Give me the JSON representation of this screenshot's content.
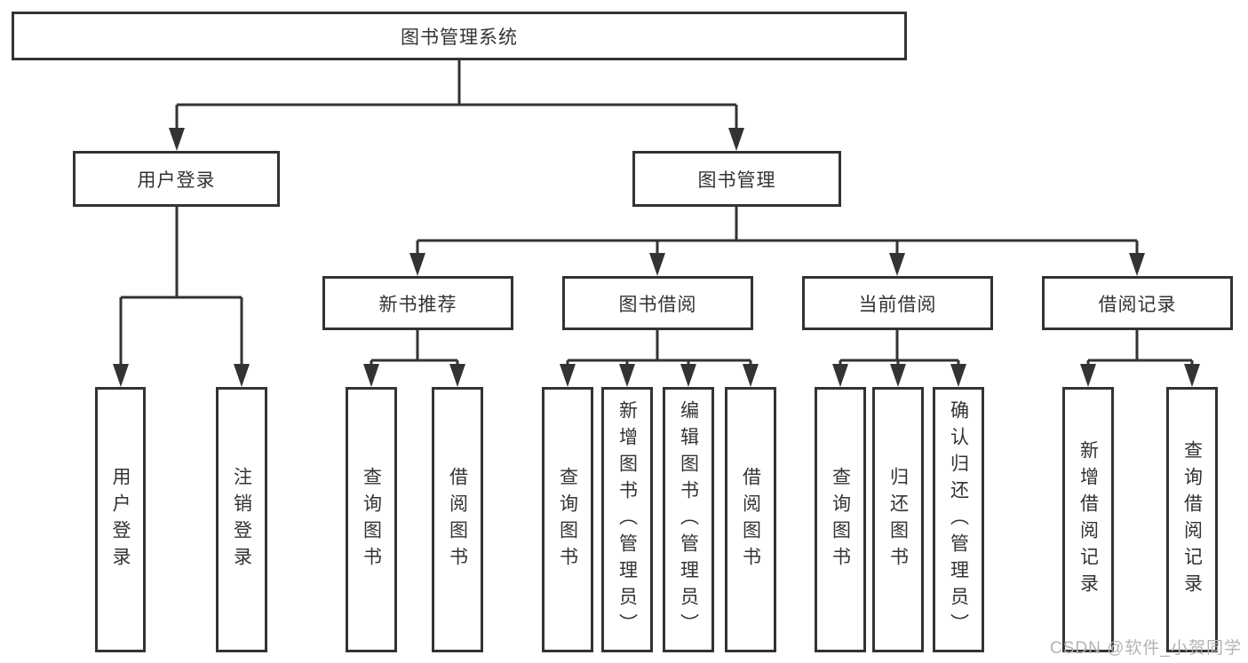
{
  "diagram": {
    "title": "图书管理系统",
    "level2": [
      {
        "label": "用户登录"
      },
      {
        "label": "图书管理"
      }
    ],
    "level3": [
      {
        "label": "新书推荐"
      },
      {
        "label": "图书借阅"
      },
      {
        "label": "当前借阅"
      },
      {
        "label": "借阅记录"
      }
    ],
    "leaves": {
      "user_login": [
        {
          "label": "用户登录"
        },
        {
          "label": "注销登录"
        }
      ],
      "new_book": [
        {
          "label": "查询图书"
        },
        {
          "label": "借阅图书"
        }
      ],
      "book_borrow": [
        {
          "label": "查询图书"
        },
        {
          "label": "新增图书（管理员）"
        },
        {
          "label": "编辑图书（管理员）"
        },
        {
          "label": "借阅图书"
        }
      ],
      "current_borrow": [
        {
          "label": "查询图书"
        },
        {
          "label": "归还图书"
        },
        {
          "label": "确认归还（管理员）"
        }
      ],
      "borrow_records": [
        {
          "label": "新增借阅记录"
        },
        {
          "label": "查询借阅记录"
        }
      ]
    }
  },
  "watermark": {
    "text": "CSDN @软件_小贺同学"
  },
  "colors": {
    "line": "#333333",
    "text": "#333333",
    "box_background": "#ffffff",
    "page_background": "#ffffff",
    "watermark": "#b3b3b3"
  }
}
